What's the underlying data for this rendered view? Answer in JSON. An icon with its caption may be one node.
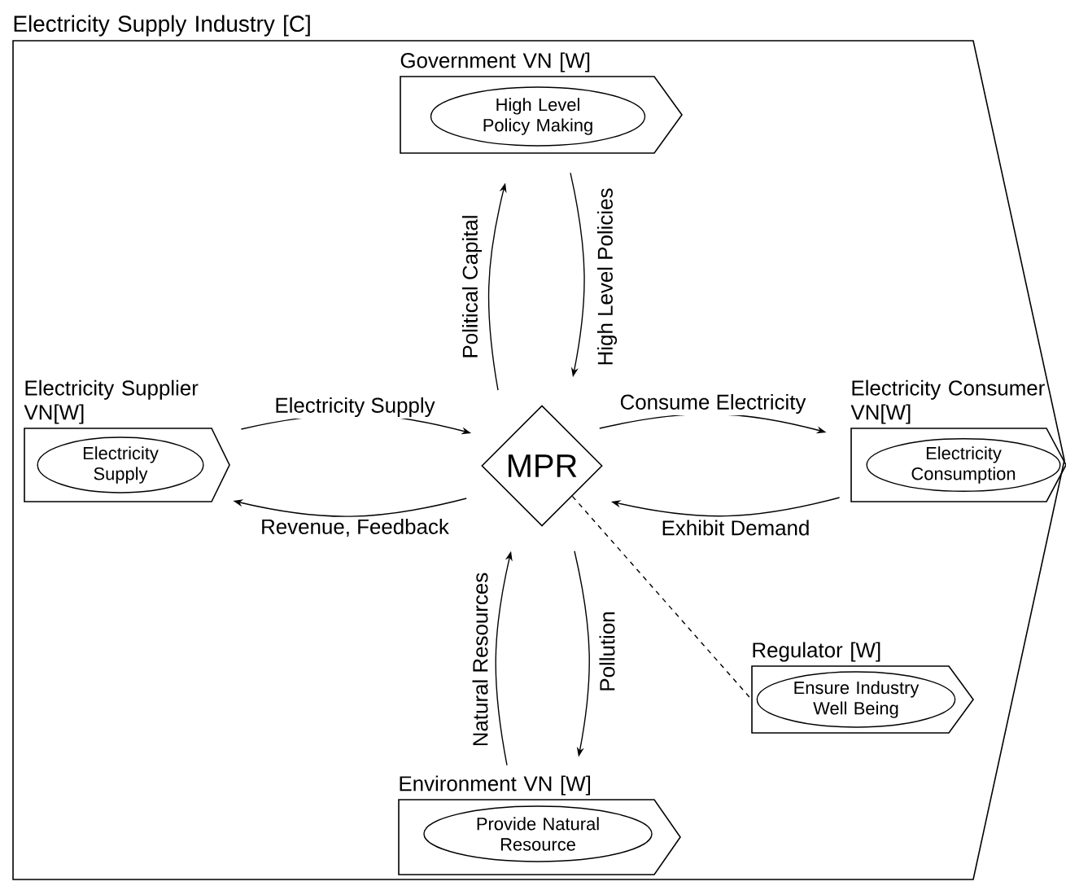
{
  "diagram": {
    "nodes": [
      {
        "text": [
          "Electricity Supply Industry [C]"
        ]
      },
      {
        "text": [
          "Government VN [W]"
        ],
        "in": 0
      },
      {
        "text": [
          "High Level Policy Making"
        ],
        "in": 1
      },
      {
        "text": [
          "Electricity Supplier VN[W]"
        ],
        "in": 0
      },
      {
        "text": [
          "Electricity Supply"
        ],
        "in": 3
      },
      {
        "text": [
          "MPR"
        ],
        "in": 0
      },
      {
        "text": [
          "Electricity Consumer VN[W]"
        ],
        "in": 0
      },
      {
        "text": [
          "Electricity Consumption"
        ],
        "in": 6
      },
      {
        "text": [
          "Regulator [W]"
        ],
        "in": 0
      },
      {
        "text": [
          "Ensure Industry Well Being"
        ],
        "in": 8
      },
      {
        "text": [
          "Environment VN [W]"
        ],
        "in": 0
      },
      {
        "text": [
          "Provide Natural Resource"
        ],
        "in": 10
      }
    ],
    "edges": [
      {
        "from": 5,
        "to": 1,
        "arrow": "to",
        "label": "Political Capital"
      },
      {
        "from": 1,
        "to": 5,
        "arrow": "to",
        "label": "High Level Policies"
      },
      {
        "from": 3,
        "to": 5,
        "arrow": "to",
        "label": "Electricity Supply"
      },
      {
        "from": 5,
        "to": 3,
        "arrow": "to",
        "label": "Revenue, Feedback"
      },
      {
        "from": 5,
        "to": 6,
        "arrow": "to",
        "label": "Consume Electricity"
      },
      {
        "from": 6,
        "to": 5,
        "arrow": "to",
        "label": "Exhibit Demand"
      },
      {
        "from": 10,
        "to": 5,
        "arrow": "to",
        "label": "Natural Resources"
      },
      {
        "from": 5,
        "to": 10,
        "arrow": "to",
        "label": "Pollution"
      },
      {
        "from": 5,
        "to": 8,
        "arrow": "none",
        "style": "dashed"
      }
    ]
  }
}
